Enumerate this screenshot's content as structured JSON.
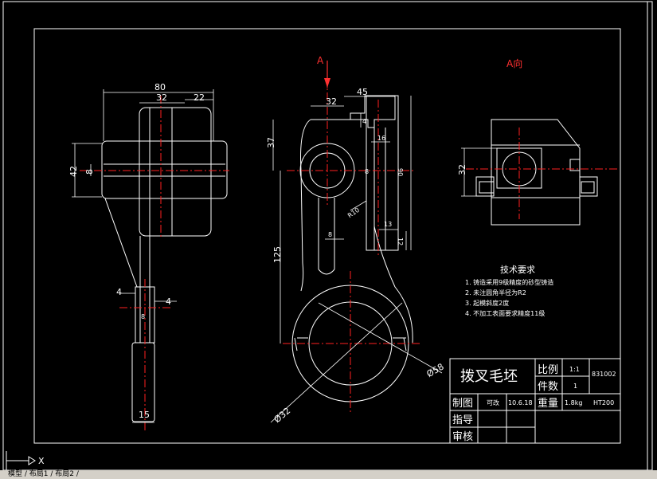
{
  "drawing": {
    "view_labels": {
      "a_marker": "A",
      "a_view": "A向"
    },
    "dims": {
      "d80": "80",
      "d32_top": "32",
      "d22": "22",
      "d42": "42",
      "d8_left": "8",
      "d4_a": "4",
      "d4_b": "4",
      "d8_small": "8",
      "d15": "15",
      "d32_front": "32",
      "d45": "45",
      "d4_front": "4",
      "d37": "37",
      "d16": "16",
      "d8_front": "8",
      "d90": "90",
      "r10": "R10",
      "d8_slot": "8",
      "d13": "13",
      "d12": "12",
      "d125": "125",
      "phi58": "Ø58",
      "phi32": "Ø32",
      "d32_side": "32"
    },
    "requirements": {
      "title": "技术要求",
      "items": [
        "1. 铸造采用9级精度的砂型铸造",
        "2. 未注圆角半径为R2",
        "3. 起模斜度2度",
        "4. 不加工表面要求精度11级"
      ]
    },
    "title_block": {
      "part_name": "拨叉毛坯",
      "scale_label": "比例",
      "scale_value": "1:1",
      "qty_label": "件数",
      "qty_value": "1",
      "weight_label": "重量",
      "weight_value": "1.8kg",
      "material": "HT200",
      "code": "831002",
      "drawn_label": "制图",
      "drawn_by": "可改",
      "drawn_date": "10.6.18",
      "guide_label": "指导",
      "review_label": "审核"
    },
    "ucs_label": "X"
  },
  "status_bar": {
    "tabs_text": "模型 / 布局1 / 布局2 /"
  }
}
